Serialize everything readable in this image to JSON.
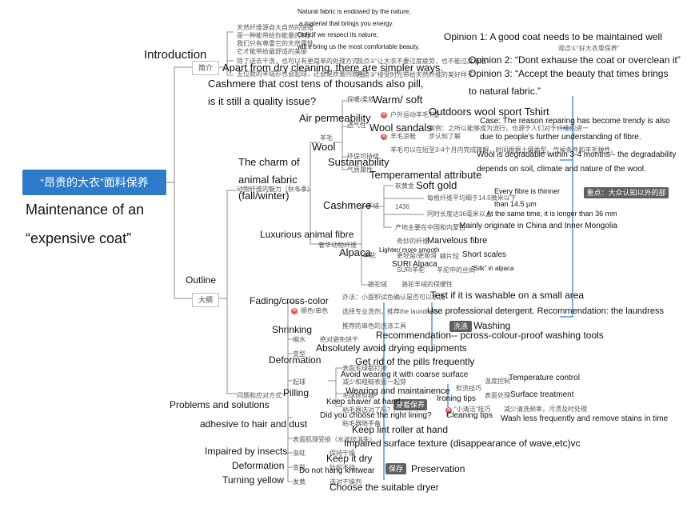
{
  "root": {
    "label": "“昂贵的大衣”面料保养",
    "caption_line1": "Maintenance of an",
    "caption_line2": "“expensive coat”"
  },
  "branches": {
    "intro": {
      "cn": "简介",
      "en": "Introduction"
    },
    "outline": {
      "cn": "大纲",
      "en": "Outline"
    }
  },
  "intro_text": {
    "cn_lines": [
      "天然纤维源自大自然的馈赠",
      "是一种能带给你能量的材料",
      "我们只有尊重它的天然属性",
      "它才能带给最舒适的美丽"
    ],
    "en_lines": [
      "Natural fabric is endowed by the nature;",
      "a material that brings you energy.",
      "Only if we respect its nature,",
      "will it bring us the most comfortable beauty."
    ],
    "dry_cn": "除了送去干洗，也可以有更简单的处理方式",
    "dry_en": "Apart from dry cleaning, there are simpler ways.",
    "cashmere_cn": "五位数的羊绒衫也会起球，还会是质量问题吗？",
    "cashmere_en_1": "Cashmere that cost tens of thousands also pill,",
    "cashmere_en_2": "is it still a quality issue?",
    "opinions": [
      {
        "cn": "观点①“好大衣靠保养”",
        "en": "Opinion 1: A good coat needs to be maintained well"
      },
      {
        "cn": "观点②“让大衣不要过度疲劳，也不能过度清洁”",
        "en": "Opinion 2: “Dont exhause the coat or overclean it”"
      },
      {
        "cn": "观点③“接受时光带给天然纤维的美好样子”",
        "en_1": "Opinion 3: “Accept the beauty that times brings",
        "en_2": "to natural fabric.”"
      }
    ]
  },
  "charm": {
    "cn": "动物纤维的魅力（秋冬季）",
    "en_1": "The charm of",
    "en_2": "animal fabric",
    "en_3": "(fall/winter)",
    "wool": {
      "cn": "羊毛",
      "en": "Wool",
      "air_cn": "透气性",
      "air_en": "Air permeability",
      "soft_cn": "保暖/柔软",
      "soft_en": "Warm/ soft",
      "tshirt_cn": "户外运动羊毛T恤",
      "tshirt_en": "Outdoors wool sport Tshirt",
      "case_cn": "案例：之所以能够成为流行，也源于人们对于纤维的进一",
      "case_cn_2": "步认知了解",
      "case_en_1": "Case: The reason  reparing has become trendy is also",
      "case_en_2": "due to people’s  further understanding of fibre.",
      "sandal_cn": "羊毛凉鞋",
      "sandal_en": "Wool sandals",
      "sus_cn": "环保可持续",
      "sus_en": "Sustainability",
      "degrade_cn": "羊毛可以在短至3-4个月内完成降解，时间根据土壤类型、气候条件和羊毛种性。",
      "degrade_en_1": "Wool is degradable within 3-4 months-- the degradability",
      "degrade_en_2": "depends on soil, climate and nature of the wool.",
      "temper_cn": "气质属性",
      "temper_en": "Temperamental attribute"
    },
    "cashmere": {
      "cn": "羊绒",
      "en": "Cashmere",
      "soft_cn": "软黄金",
      "soft_en": "Soft gold",
      "num": "1436",
      "fibre_cn": "每根纤维平均细于14.5微米以下",
      "fibre_en_1": "Every fibre is thinner",
      "fibre_en_2": "than 14.5 μm",
      "long_cn": "同时长度达36毫米以上",
      "long_en": "At the same time, it is longer than 36 mm",
      "origin_cn": "产地主要在中国和内蒙古",
      "origin_en": "Mainly originate in China and Inner Mongolia"
    },
    "key_tag": "重点：大众认知以外的部分",
    "luxury": {
      "cn": "奢华动物纤维",
      "en": "Luxurious animal fibre"
    },
    "alpaca": {
      "cn": "羊驼",
      "en": "Alpaca",
      "mohair_cn": "奇妙的纤维",
      "mohair_en": "Marvelous fibre",
      "light_cn": "更轻盈/更顺滑",
      "light_en": "Lighter/ more smooth",
      "short_cn": "鳞片短",
      "short_en": "Short scales",
      "suri_cn": "SURI羊驼",
      "suri_en": "SURI Alpaca",
      "silk_cn": "羊驼中的丝绸",
      "silk_en": "“Silk” in alpaca"
    },
    "camel": {
      "cn": "骆驼绒",
      "sub_cn": "骆驼羊绒的保暖性"
    }
  },
  "problems": {
    "cn": "问题和应对方式",
    "en": "Problems and solutions",
    "adhesive_en": "adhesive to hair and dust",
    "fading_cn": "褪色/串色",
    "fading_en": "Fading/cross-color",
    "test_cn": "办法：小面积试色确认是否可以水洗",
    "test_en": "Test if it is washable on a small area",
    "deter_cn": "选择专业洗剂，推荐the laundress",
    "deter_en": "Use professional detergent. Recommendation: the laundress",
    "wash_tag": "洗涤",
    "wash_en": "Washing",
    "tool_cn": "推荐防串色的洗涤工具",
    "tool_en": "Recommendation-- pcross-colour-proof washing tools",
    "shrink_cn": "缩水",
    "shrink_en": "Shrinking",
    "avoid_cn": "绝对避免烘干",
    "avoid_en": "Absolutely avoid drying equipments",
    "deform_cn": "变型",
    "deform_en": "Deformation",
    "pill_cn": "起球",
    "pill_en": "Pilling",
    "getrid_cn": "表面毛球都打掉",
    "getrid_en": "Get rid of the pills frequently",
    "coarse_cn": "减少和粗糙表面一起穿",
    "coarse_en": "Avoid wearing it with coarse surface",
    "care_cn": "穿着保养",
    "care_en": "Wearing and maintainence",
    "shaver_cn": "毛球修剪器",
    "shaver_en": "Keep shaver at hand",
    "right_cn": "粘毛器选对了吗？",
    "right_en": "Did you choose the right lining?",
    "lint_cn": "粘毛器随手备",
    "lint_en": "Keep lint roller at hand",
    "iron_cn": "熨烫技巧",
    "iron_en": "Ironing tips",
    "temp_cn": "温度控制",
    "temp_en": "Temperature control",
    "surf_cn": "表面处理",
    "surf_en": "Surface treatment",
    "clean_cn": "“小清洁”技巧",
    "clean_en": "Cleaning tips",
    "less_cn": "减少清洗频率，污渍及时处理",
    "less_en": "Wash less frequently and remove stains in time",
    "texture_cn": "表面肌理受损（水波纹消失）",
    "texture_en": "Impaired surface texture (disappearance of wave,etc)vc",
    "insect_cn": "虫蛀",
    "insect_en": "Impaired by insects",
    "dry_cn": "保持干燥",
    "dry_en": "Keep it dry",
    "deform2_cn": "变型",
    "deform2_en": "Deformation",
    "knit_cn": "针织不挂",
    "knit_en": "Do not hang knitwear",
    "keep_tag": "保存",
    "keep_en": "Preservation",
    "yellow_cn": "发黄",
    "yellow_en": "Turning yellow",
    "dryer_cn": "选对干燥剂",
    "dryer_en": "Choose the suitable dryer"
  }
}
